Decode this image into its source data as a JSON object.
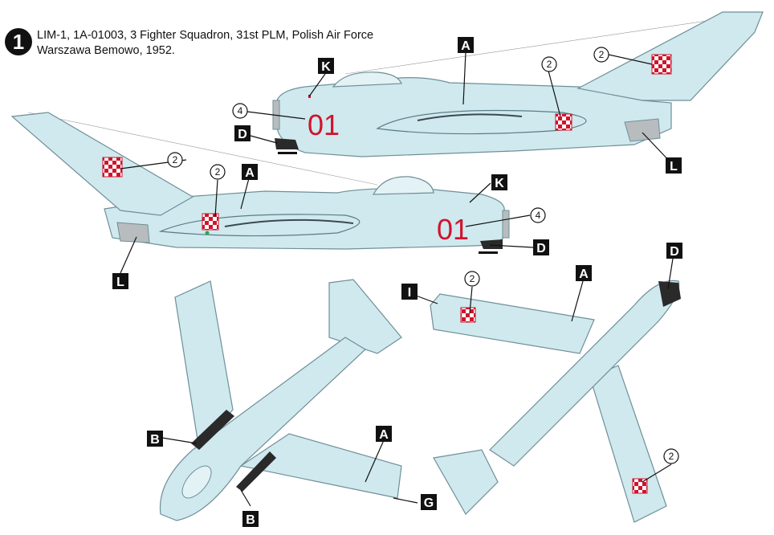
{
  "profile": {
    "number": "1",
    "caption_line1": "LIM-1, 1A-01003, 3 Fighter Squadron, 31st PLM, Polish Air Force",
    "caption_line2": "Warszawa Bemowo, 1952."
  },
  "markings": {
    "tail_number": "01",
    "letters": {
      "A": "A",
      "B": "B",
      "D": "D",
      "G": "G",
      "I": "I",
      "K": "K",
      "L": "L"
    },
    "numbers": {
      "n2": "2",
      "n4": "4"
    }
  },
  "colors": {
    "airframe": "#cfe9ee",
    "airframe_line": "#6f8f98",
    "national_red": "#d0142c",
    "anti_glare": "#2a2a2a",
    "panel_grey": "#b8bcbf",
    "callout_box": "#111111"
  }
}
